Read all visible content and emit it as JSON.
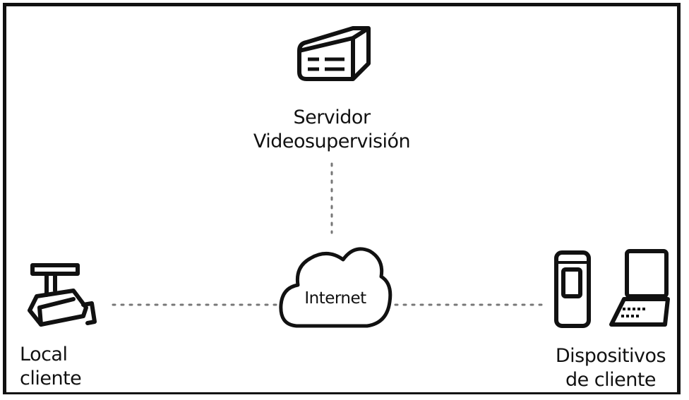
{
  "nodes": {
    "server": {
      "label_line1": "Servidor",
      "label_line2": "Videosupervisión",
      "icon": "server-icon"
    },
    "cloud": {
      "label": "Internet",
      "icon": "cloud-icon"
    },
    "camera": {
      "label_line1": "Local",
      "label_line2": "cliente",
      "icon": "security-camera-icon"
    },
    "devices": {
      "label_line1": "Dispositivos",
      "label_line2": "de cliente",
      "icons": [
        "mobile-phone-icon",
        "laptop-icon"
      ]
    }
  },
  "colors": {
    "stroke": "#111111",
    "connector": "#777777",
    "background": "#ffffff"
  }
}
